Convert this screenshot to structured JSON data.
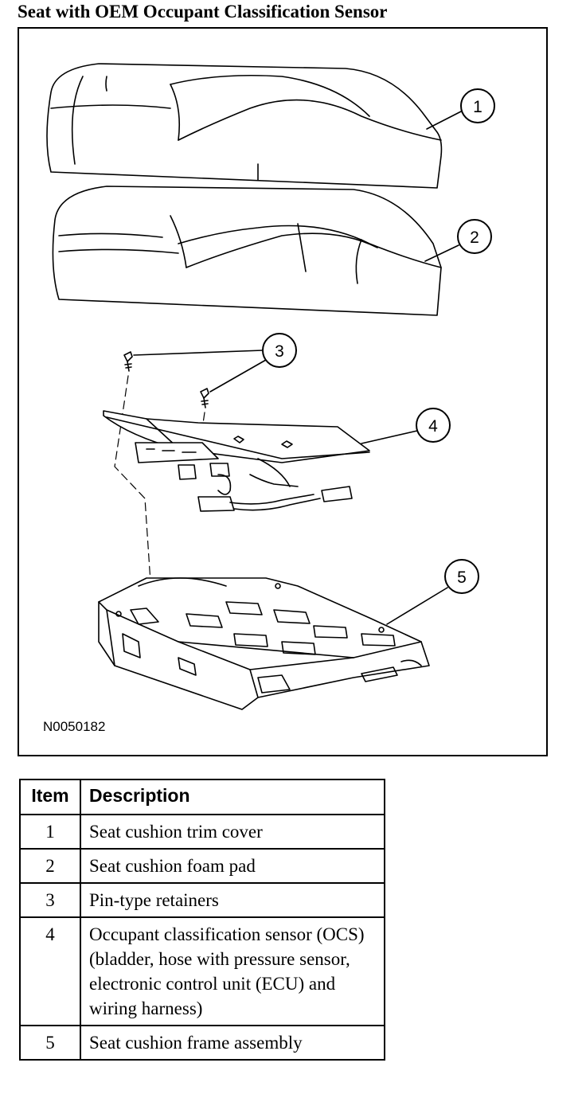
{
  "title": "Seat with OEM Occupant Classification Sensor",
  "figure": {
    "id": "N0050182",
    "callouts": [
      "1",
      "2",
      "3",
      "4",
      "5"
    ]
  },
  "legend": {
    "headers": {
      "item": "Item",
      "description": "Description"
    },
    "rows": [
      {
        "item": "1",
        "description": "Seat cushion trim cover"
      },
      {
        "item": "2",
        "description": "Seat cushion foam pad"
      },
      {
        "item": "3",
        "description": "Pin-type retainers"
      },
      {
        "item": "4",
        "description": "Occupant classification sensor (OCS) (bladder, hose with pressure sensor, electronic control unit (ECU) and wiring harness)"
      },
      {
        "item": "5",
        "description": "Seat cushion frame assembly"
      }
    ]
  }
}
